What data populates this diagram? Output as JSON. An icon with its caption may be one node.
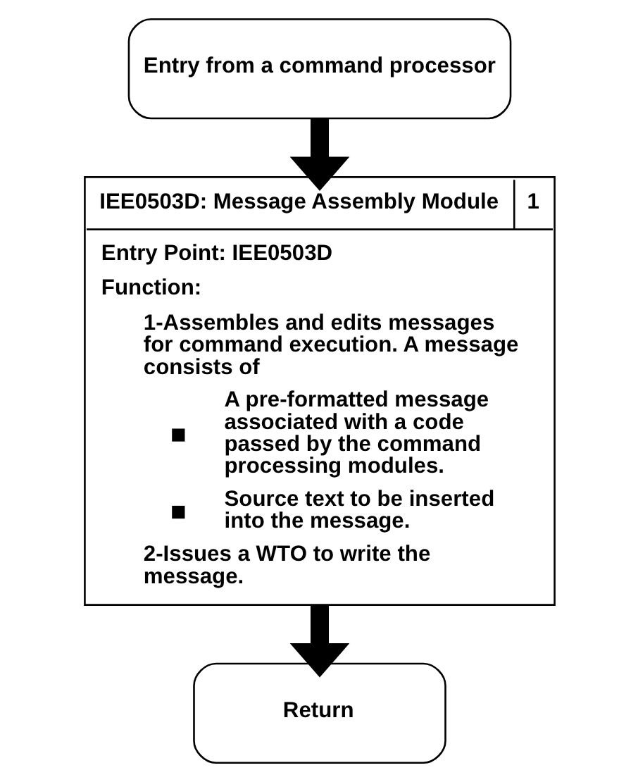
{
  "diagram": {
    "nodes": [
      {
        "text": [
          "Entry from a command processor"
        ]
      },
      {
        "text": [
          "IEE0503D: Message Assembly Module",
          "1",
          "Entry Point: IEE0503D",
          "Function:",
          "1-Assembles and edits messages for command execution. A message consists of",
          "A pre-formatted message associated with a code passed by the command processing modules.",
          "Source text to be inserted into the message.",
          "2-Issues a WTO to write the message."
        ]
      },
      {
        "text": [
          "Return"
        ]
      }
    ],
    "edges": [
      {
        "from": 0,
        "to": 1,
        "arrow": "to"
      },
      {
        "from": 1,
        "to": 2,
        "arrow": "to"
      }
    ]
  }
}
